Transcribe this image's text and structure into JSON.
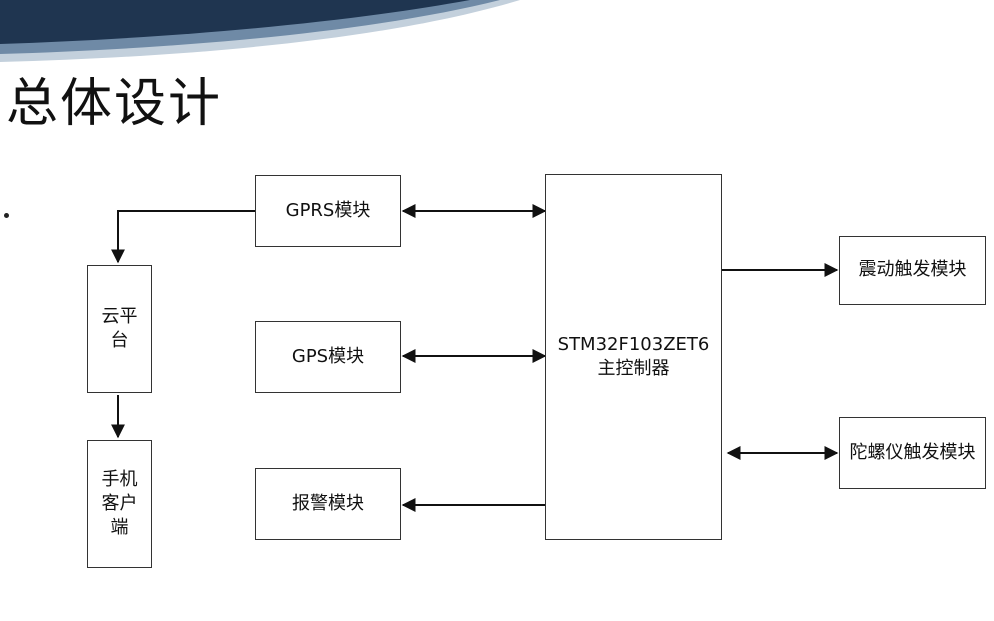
{
  "slide": {
    "title": "总体设计"
  },
  "diagram": {
    "nodes": {
      "gprs": "GPRS模块",
      "gps": "GPS模块",
      "alarm": "报警模块",
      "mcu": "STM32F103ZET6\n主控制器",
      "cloud": "云平台",
      "phone": "手机客户端",
      "vibration": "震动触发模块",
      "gyro": "陀螺仪触发模块"
    }
  },
  "colors": {
    "banner_dark": "#1f3550",
    "banner_light": "#8fa7bf",
    "line": "#111111"
  }
}
